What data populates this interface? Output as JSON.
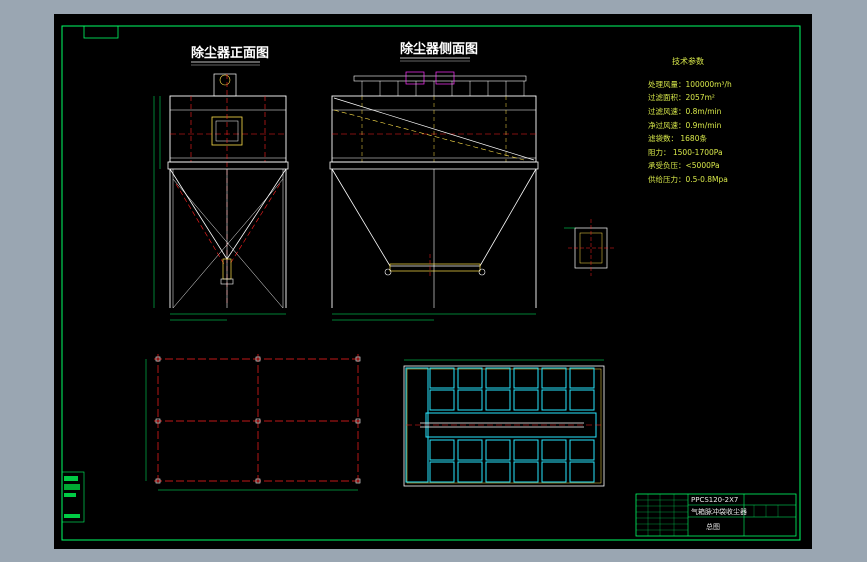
{
  "titles": {
    "front_view": "除尘器正面图",
    "side_view": "除尘器侧面图"
  },
  "specs": {
    "heading": "技术参数",
    "lines": [
      "处理风量：100000m³/h",
      "过滤面积：2057m²",
      "过滤风速：0.8m/min",
      "净过风速：0.9m/min",
      "滤袋数：  1680条",
      "阻力：    1500-1700Pa",
      "承受负压：<5000Pa",
      "供给压力：0.5-0.8Mpa"
    ]
  },
  "title_block": {
    "model": "PPCS120-2X7",
    "name": "气箱脉冲袋收尘器",
    "sheet": "总图"
  },
  "colors": {
    "frame": "#00ff66",
    "outline": "#ffffff",
    "red_center": "#ff2020",
    "yellow_hidden": "#ffe14a",
    "cyan_grid": "#27e6ff",
    "magenta": "#ff33ff"
  }
}
